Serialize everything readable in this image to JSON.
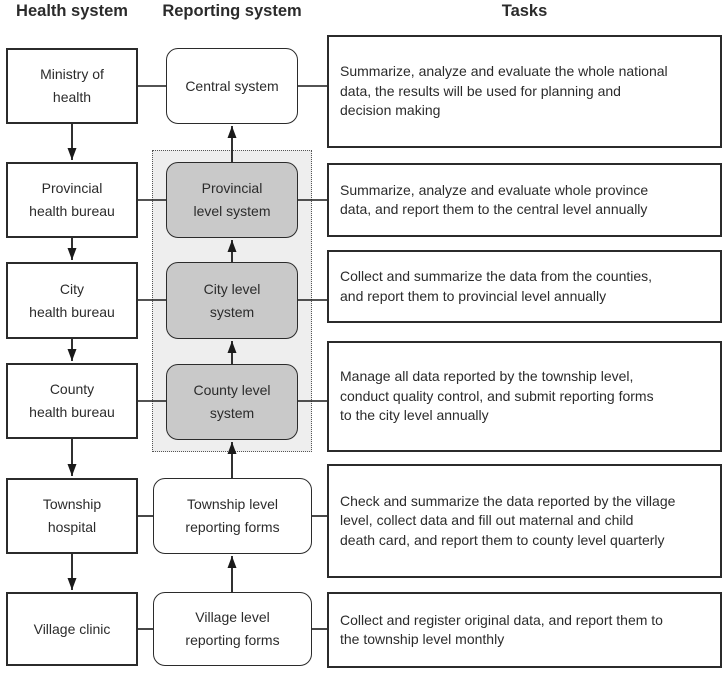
{
  "headers": {
    "health_system": "Health system",
    "reporting_system": "Reporting system",
    "tasks": "Tasks"
  },
  "rows": [
    {
      "health": "Ministry of\nhealth",
      "reporting": "Central system",
      "task": "Summarize, analyze and evaluate the whole national\ndata, the results will be used for planning and\ndecision making"
    },
    {
      "health": "Provincial\nhealth bureau",
      "reporting": "Provincial\nlevel system",
      "task": "Summarize, analyze and evaluate whole province\ndata, and report them to the central level annually"
    },
    {
      "health": "City\nhealth bureau",
      "reporting": "City level\nsystem",
      "task": "Collect and summarize the data from the counties,\nand report them to provincial level annually"
    },
    {
      "health": "County\nhealth bureau",
      "reporting": "County level\nsystem",
      "task": "Manage all data reported by the township level,\nconduct quality control, and submit reporting forms\nto the city level annually"
    },
    {
      "health": "Township\nhospital",
      "reporting": "Township level\nreporting forms",
      "task": "Check and summarize the data reported by the village\nlevel, collect data and fill out maternal and child\ndeath card, and report them to county level quarterly"
    },
    {
      "health": "Village clinic",
      "reporting": "Village level\nreporting forms",
      "task": "Collect and register original data, and report them to\nthe township level monthly"
    }
  ],
  "colors": {
    "box_border": "#2b2b2b",
    "gray_box_fill": "#c9c9c9",
    "dotted_container_fill": "#eeeeee",
    "line_color": "#1a1a1a",
    "text": "#2b2b2b",
    "background": "#ffffff"
  }
}
